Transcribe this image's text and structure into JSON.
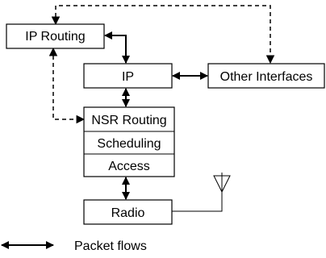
{
  "nodes": {
    "ip_routing": "IP Routing",
    "ip": "IP",
    "other_interfaces": "Other Interfaces",
    "nsr_routing": "NSR Routing",
    "scheduling": "Scheduling",
    "access": "Access",
    "radio": "Radio"
  },
  "legend": {
    "packet_flows": "Packet flows"
  },
  "colors": {
    "stroke": "#000000",
    "background": "#ffffff"
  }
}
